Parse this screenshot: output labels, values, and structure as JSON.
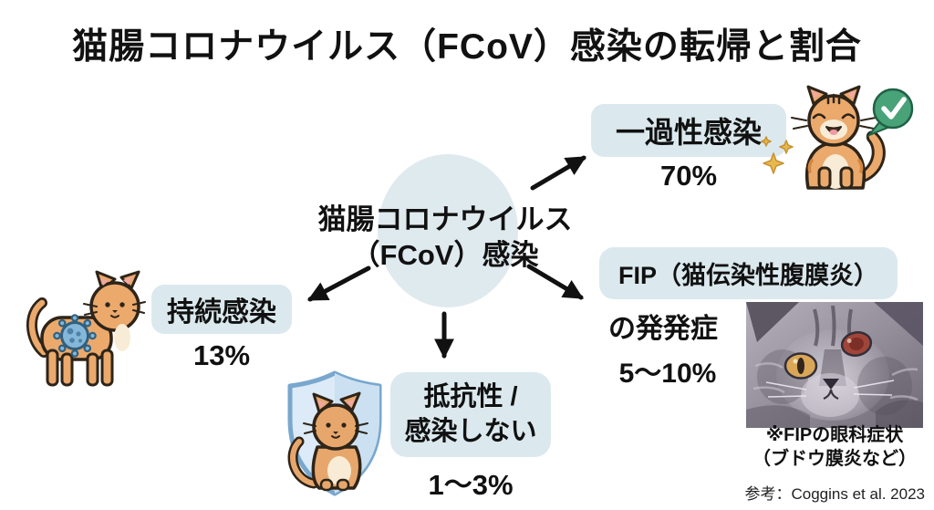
{
  "title": "猫腸コロナウイルス（FCoV）感染の転帰と割合",
  "center_node": {
    "line1": "猫腸コロナウイルス",
    "line2": "（FCoV）感染"
  },
  "outcomes": {
    "transient": {
      "label": "一過性感染",
      "value": "70%"
    },
    "persistent": {
      "label": "持続感染",
      "value": "13%"
    },
    "resistant": {
      "label_line1": "抵抗性 /",
      "label_line2": "感染しない",
      "value": "1〜3%"
    },
    "fip": {
      "label_badge": "FIP（猫伝染性腹膜炎）",
      "label_suffix": "の発発症",
      "value": "5〜10%"
    }
  },
  "photo_caption": {
    "line1": "※FIPの眼科症状",
    "line2": "（ブドウ膜炎など）"
  },
  "source": "参考：Coggins et al. 2023",
  "icons": {
    "happy_cat": "happy-cat-with-green-checkmark-icon",
    "virus_cat": "standing-cat-with-coronavirus-icon",
    "shield_cat": "cat-protected-by-shield-icon",
    "fip_photo": "gray-cat-uveitis-eye-photo"
  },
  "colors": {
    "badge_bg": "#dbe9ee",
    "circle_bg": "#dfeaef",
    "text": "#111111",
    "arrow": "#111111",
    "check_green": "#48a378",
    "cat_orange": "#eba96c",
    "cat_cream": "#f8ecd6",
    "virus_blue": "#84b7d8",
    "shield_fill": "#dcebf7",
    "shield_border": "#79a7cd",
    "sparkle_gold": "#e8b94e"
  }
}
